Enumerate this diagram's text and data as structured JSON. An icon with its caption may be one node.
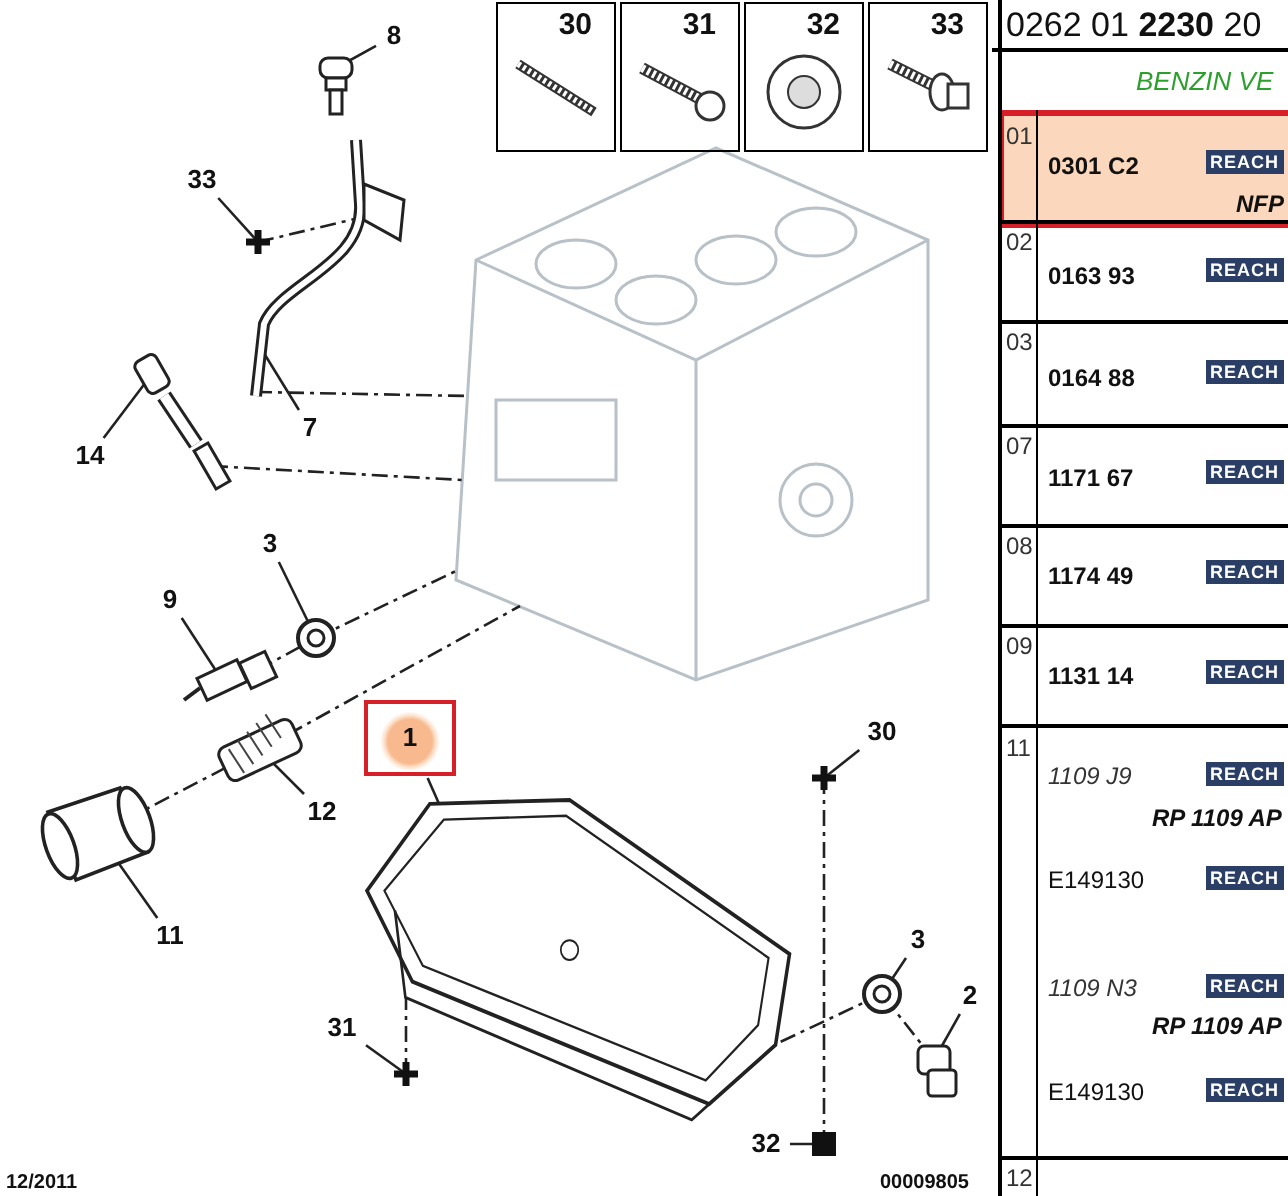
{
  "diagram": {
    "nodes": [
      {
        "text": [
          "8"
        ]
      },
      {
        "text": [],
        "shape": "picture"
      },
      {
        "text": [
          "33"
        ]
      },
      {
        "text": [],
        "shape": "picture"
      },
      {
        "text": [
          "7"
        ]
      },
      {
        "text": [],
        "shape": "picture"
      },
      {
        "text": [
          "14"
        ]
      },
      {
        "text": [],
        "shape": "picture"
      },
      {
        "text": [
          "3"
        ]
      },
      {
        "text": [],
        "shape": "picture"
      },
      {
        "text": [
          "9"
        ]
      },
      {
        "text": [],
        "shape": "picture"
      },
      {
        "text": [
          "1"
        ]
      },
      {
        "text": [],
        "shape": "picture"
      },
      {
        "text": [
          "30"
        ]
      },
      {
        "text": [],
        "shape": "picture"
      },
      {
        "text": [
          "12"
        ]
      },
      {
        "text": [],
        "shape": "picture"
      },
      {
        "text": [
          "11"
        ]
      },
      {
        "text": [],
        "shape": "picture"
      },
      {
        "text": [
          "31"
        ]
      },
      {
        "text": [],
        "shape": "picture"
      },
      {
        "text": [
          "3"
        ]
      },
      {
        "text": [],
        "shape": "picture"
      },
      {
        "text": [
          "2"
        ]
      },
      {
        "text": [],
        "shape": "picture"
      },
      {
        "text": [
          "32"
        ]
      },
      {
        "text": [],
        "shape": "box"
      },
      {
        "text": [],
        "shape": "picture"
      }
    ],
    "edges": [
      {
        "from": 0,
        "to": 1,
        "arrow": "none"
      },
      {
        "from": 2,
        "to": 3,
        "arrow": "none"
      },
      {
        "from": 4,
        "to": 5,
        "arrow": "none"
      },
      {
        "from": 6,
        "to": 7,
        "arrow": "none"
      },
      {
        "from": 8,
        "to": 9,
        "arrow": "none"
      },
      {
        "from": 10,
        "to": 11,
        "arrow": "none"
      },
      {
        "from": 12,
        "to": 13,
        "arrow": "none"
      },
      {
        "from": 14,
        "to": 15,
        "arrow": "none"
      },
      {
        "from": 16,
        "to": 17,
        "arrow": "none"
      },
      {
        "from": 18,
        "to": 19,
        "arrow": "none"
      },
      {
        "from": 20,
        "to": 21,
        "arrow": "none"
      },
      {
        "from": 22,
        "to": 23,
        "arrow": "none"
      },
      {
        "from": 24,
        "to": 25,
        "arrow": "none"
      },
      {
        "from": 26,
        "to": 27,
        "arrow": "none"
      },
      {
        "from": 3,
        "to": 5,
        "arrow": "none",
        "style": "dashed"
      },
      {
        "from": 5,
        "to": 28,
        "arrow": "none",
        "style": "dashed"
      },
      {
        "from": 7,
        "to": 28,
        "arrow": "none",
        "style": "dashed"
      },
      {
        "from": 11,
        "to": 9,
        "arrow": "none",
        "style": "dashed"
      },
      {
        "from": 9,
        "to": 28,
        "arrow": "none",
        "style": "dashed"
      },
      {
        "from": 19,
        "to": 17,
        "arrow": "none",
        "style": "dashed"
      },
      {
        "from": 17,
        "to": 28,
        "arrow": "none",
        "style": "dashed"
      },
      {
        "from": 15,
        "to": 27,
        "arrow": "none",
        "style": "dashed"
      },
      {
        "from": 21,
        "to": 13,
        "arrow": "none",
        "style": "dashed"
      },
      {
        "from": 25,
        "to": 23,
        "arrow": "none",
        "style": "dashed"
      },
      {
        "from": 23,
        "to": 13,
        "arrow": "none",
        "style": "dashed"
      }
    ],
    "labels": [
      "30",
      "31",
      "32",
      "33",
      "0262 01 **2230** 20",
      "BENZIN VE",
      "01",
      "0301 C2",
      "REACH",
      "NFP",
      "02",
      "0163 93",
      "REACH",
      "03",
      "0164 88",
      "REACH",
      "07",
      "1171 67",
      "REACH",
      "08",
      "1174 49",
      "REACH",
      "09",
      "1131 14",
      "REACH",
      "11",
      "1109 J9",
      "REACH",
      "RP 1109 AP",
      "E149130",
      "REACH",
      "1109 N3",
      "REACH",
      "RP 1109 AP",
      "E149130",
      "REACH",
      "12/2011",
      "00009805",
      "12"
    ]
  }
}
